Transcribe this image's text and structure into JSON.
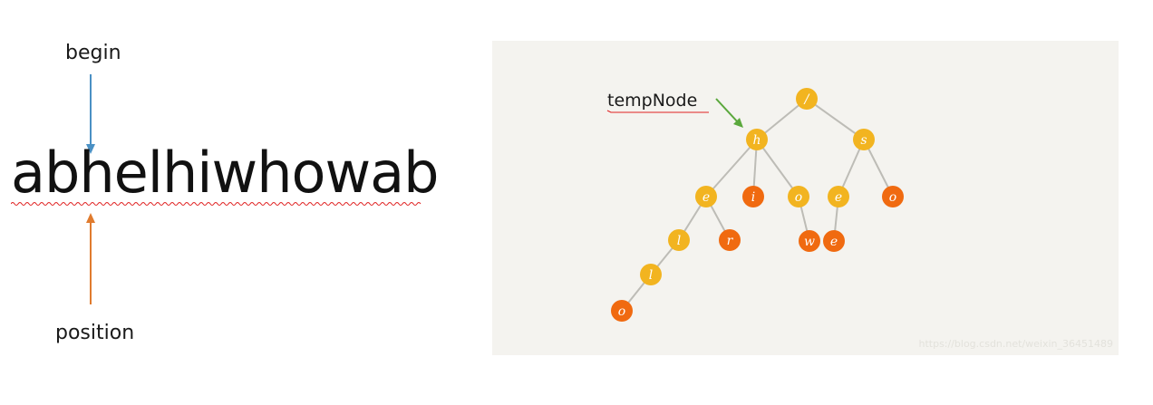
{
  "left": {
    "begin_label": "begin",
    "position_label": "position",
    "string": "abhelhiwhowab",
    "colors": {
      "begin_arrow": "#4a90c4",
      "position_arrow": "#e07b2e"
    }
  },
  "tree": {
    "pointer_label": "tempNode",
    "pointer_color": "#5aa83c",
    "watermark": "https://blog.csdn.net/weixin_36451489",
    "colors": {
      "inner": "#f2b420",
      "leaf": "#f06a10",
      "edge": "#bdbcb6",
      "panel": "#f4f3ef"
    },
    "nodes": [
      {
        "id": "root",
        "label": "/",
        "type": "inner"
      },
      {
        "id": "h",
        "label": "h",
        "type": "inner"
      },
      {
        "id": "s",
        "label": "s",
        "type": "inner"
      },
      {
        "id": "e1",
        "label": "e",
        "type": "inner"
      },
      {
        "id": "i",
        "label": "i",
        "type": "leaf"
      },
      {
        "id": "o1",
        "label": "o",
        "type": "inner"
      },
      {
        "id": "e2",
        "label": "e",
        "type": "inner"
      },
      {
        "id": "o2",
        "label": "o",
        "type": "leaf"
      },
      {
        "id": "l1",
        "label": "l",
        "type": "inner"
      },
      {
        "id": "r",
        "label": "r",
        "type": "leaf"
      },
      {
        "id": "w",
        "label": "w",
        "type": "leaf"
      },
      {
        "id": "e3",
        "label": "e",
        "type": "leaf"
      },
      {
        "id": "l2",
        "label": "l",
        "type": "inner"
      },
      {
        "id": "o3",
        "label": "o",
        "type": "leaf"
      }
    ],
    "edges": [
      [
        "root",
        "h"
      ],
      [
        "root",
        "s"
      ],
      [
        "h",
        "e1"
      ],
      [
        "h",
        "i"
      ],
      [
        "h",
        "o1"
      ],
      [
        "s",
        "e2"
      ],
      [
        "s",
        "o2"
      ],
      [
        "e1",
        "l1"
      ],
      [
        "e1",
        "r"
      ],
      [
        "o1",
        "w"
      ],
      [
        "e2",
        "e3"
      ],
      [
        "l1",
        "l2"
      ],
      [
        "l2",
        "o3"
      ]
    ]
  }
}
